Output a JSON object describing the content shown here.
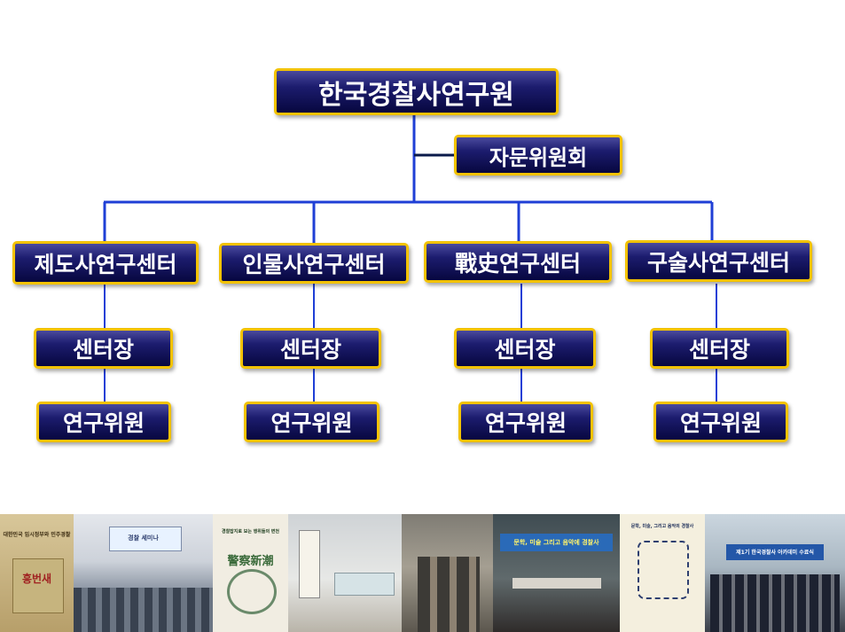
{
  "org_chart": {
    "root": "한국경찰사연구원",
    "advisory": "자문위원회",
    "centers": [
      {
        "name": "제도사연구센터",
        "head": "센터장",
        "member": "연구위원"
      },
      {
        "name": "인물사연구센터",
        "head": "센터장",
        "member": "연구위원"
      },
      {
        "name": "戰史연구센터",
        "head": "센터장",
        "member": "연구위원"
      },
      {
        "name": "구술사연구센터",
        "head": "센터장",
        "member": "연구위원"
      }
    ]
  },
  "colors": {
    "box_fill": "#0b0b4a",
    "box_border": "#f2c200",
    "connector": "#1f3fd6"
  },
  "photo_strip": {
    "poster1_title": "대한민국 임시정부와 민주경찰",
    "poster1_char": "흥번새",
    "screen_text": "경찰 세미나",
    "poster2_title": "경찰잡지로 보는 행위들의 변천",
    "poster2_masthead": "警察新潮",
    "banner_text": "문학, 미술 그리고 음악에 경찰사",
    "poster3_title": "문학, 미술, 그리고 음악의 경찰사",
    "banner2_text": "제1기 한국경찰사 아카데미 수료식"
  }
}
